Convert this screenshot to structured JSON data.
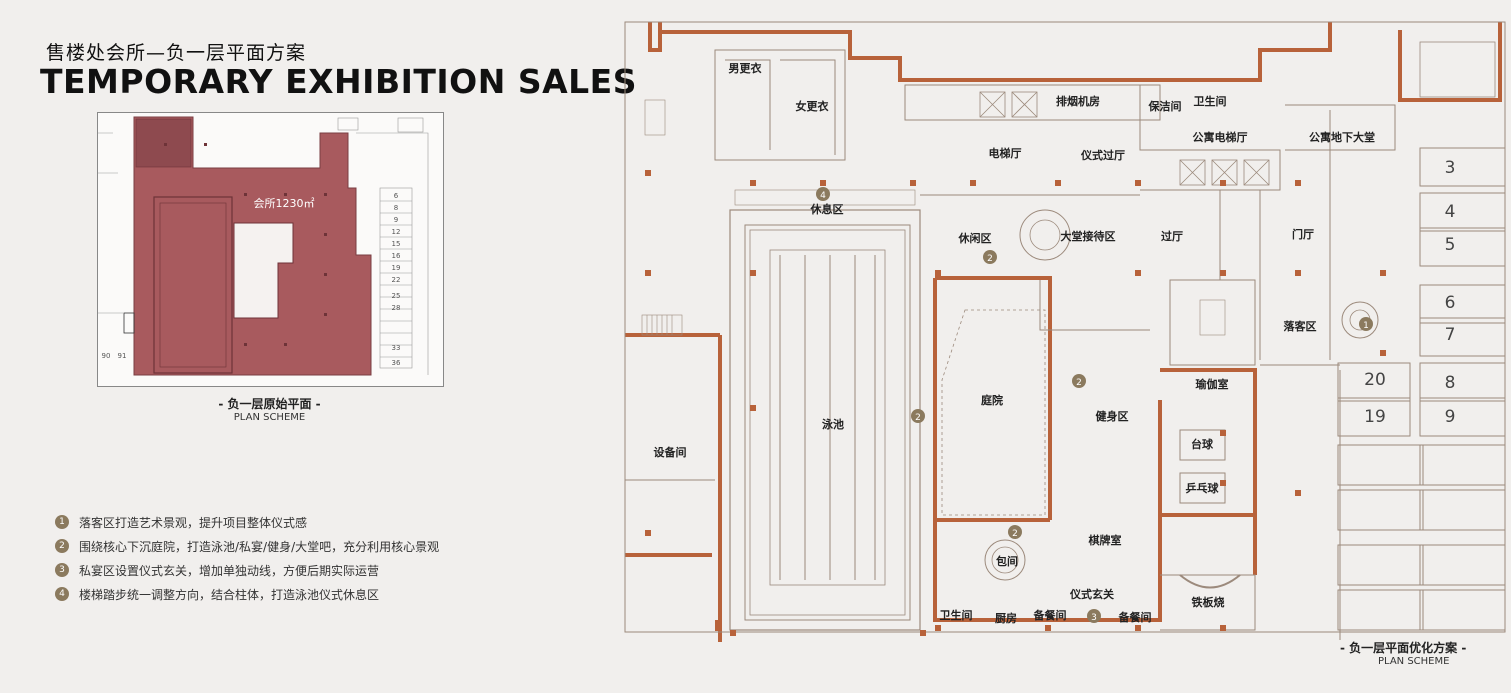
{
  "header": {
    "subtitle": "售楼处会所—负一层平面方案",
    "title": "TEMPORARY EXHIBITION SALES"
  },
  "original_plan": {
    "area_label": "会所1230㎡",
    "caption": "- 负一层原始平面 -",
    "caption_en": "PLAN SCHEME",
    "parking_numbers": [
      "6",
      "8",
      "9",
      "12",
      "15",
      "16",
      "19",
      "22",
      "25",
      "28",
      "33",
      "36",
      "90",
      "91"
    ]
  },
  "notes": [
    {
      "num": "1",
      "text": "落客区打造艺术景观，提升项目整体仪式感"
    },
    {
      "num": "2",
      "text": "围绕核心下沉庭院，打造泳池/私宴/健身/大堂吧，充分利用核心景观"
    },
    {
      "num": "3",
      "text": "私宴区设置仪式玄关，增加单独动线，方便后期实际运营"
    },
    {
      "num": "4",
      "text": "楼梯踏步统一调整方向，结合柱体，打造泳池仪式休息区"
    }
  ],
  "optimized_plan": {
    "caption": "- 负一层平面优化方案 -",
    "caption_en": "PLAN SCHEME",
    "rooms": {
      "male_locker": "男更衣",
      "female_locker": "女更衣",
      "exhaust_room": "排烟机房",
      "cleaning_room": "保洁间",
      "toilet_top": "卫生间",
      "apt_elevator_hall": "公寓电梯厅",
      "apt_lobby": "公寓地下大堂",
      "elevator_hall": "电梯厅",
      "ceremony_hall": "仪式过厅",
      "rest_area": "休息区",
      "leisure_area": "休闲区",
      "lobby_reception": "大堂接待区",
      "passage_hall": "过厅",
      "gate_hall": "门厅",
      "dropoff_area": "落客区",
      "equipment_room": "设备间",
      "pool": "泳池",
      "courtyard": "庭院",
      "gym": "健身区",
      "yoga": "瑜伽室",
      "billiards": "台球",
      "pingpong": "乒乓球",
      "chess_room": "棋牌室",
      "private_room": "包间",
      "ceremony_entry": "仪式玄关",
      "teppanyaki": "铁板烧",
      "toilet_bottom": "卫生间",
      "kitchen": "厨房",
      "pantry_1": "备餐间",
      "pantry_2": "备餐间"
    },
    "parking": [
      "3",
      "4",
      "5",
      "6",
      "7",
      "20",
      "8",
      "19",
      "9"
    ],
    "markers": [
      "4",
      "2",
      "1",
      "2",
      "2",
      "2",
      "3"
    ]
  },
  "colors": {
    "wall": "#b8623a",
    "highlight": "#a85a5e",
    "line": "#9c8a7c",
    "marker": "#8b7a5e"
  }
}
